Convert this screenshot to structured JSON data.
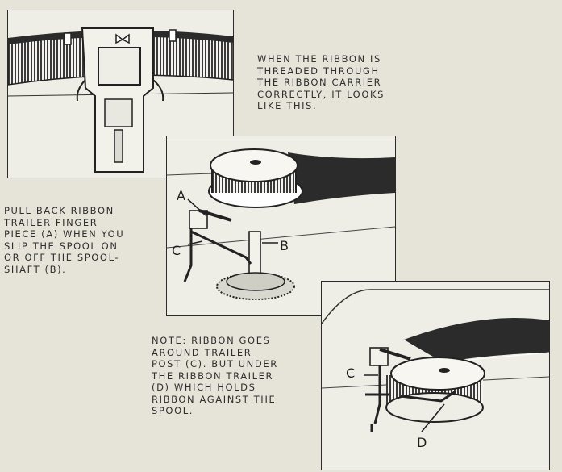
{
  "captions": {
    "threaded": "When the ribbon is\nthreaded through\nthe ribbon carrier\ncorrectly, it looks\nlike this.",
    "pull_back": "Pull back ribbon\ntrailer finger\npiece (A) when you\nslip the spool on\nor off the spool-\nshaft (B).",
    "note": "Note: Ribbon goes\naround trailer\npost (C). but under\nthe ribbon trailer\n(D) which holds\nribbon against the\nspool."
  },
  "labels": {
    "a": "A",
    "b": "B",
    "c_middle": "C",
    "c_bottom": "C",
    "d": "D"
  },
  "colors": {
    "paper": "#e6e4d9",
    "panel": "#eeede6",
    "ink": "#2b2b2b"
  }
}
